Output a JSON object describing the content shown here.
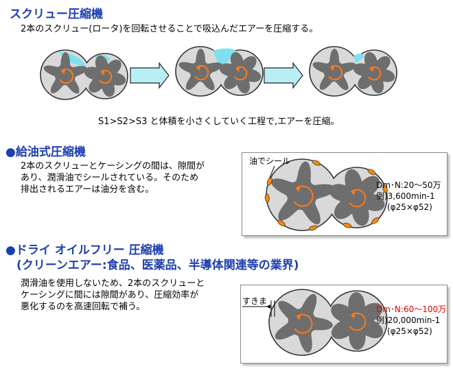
{
  "title": "スクリュー圧縮機",
  "intro": "2本のスクリュー(ロータ)を回転させることで吸込んだエアーを圧縮する。",
  "stage_caption": "S1>S2>S3 と体積を小さくしていく工程で,エアーを圧縮。",
  "oil": {
    "heading": "●給油式圧縮機",
    "lines": [
      "2本のスクリューとケーシングの間は、隙間が",
      "あり、潤滑油でシールされている。そのため",
      "排出されるエアーは油分を含む。"
    ],
    "seal_label": "油でシール",
    "spec": [
      "Dm･N:20～50万",
      "例)3,600min-1",
      "(φ25×φ52)"
    ]
  },
  "dry": {
    "heading": "●ドライ オイルフリー 圧縮機",
    "subheading": "(クリーンエアー:食品、医薬品、半導体関連等の業界)",
    "lines": [
      "潤滑油を使用しないため、2本のスクリューと",
      "ケーシングに間には隙間があり、圧縮効率が",
      "悪化するのを高速回転で補う。"
    ],
    "gap_label": "すきま",
    "spec": [
      "Dm･N:60～100万",
      "例)20,000min-1",
      "(φ25×φ52)"
    ]
  },
  "colors": {
    "heading": "#1f3fb0",
    "rotor": "#6e6e6e",
    "casing": "#d9d9d9",
    "trapped_air": "#7fe0ee",
    "oil_seal": "#f08a1c",
    "arrow_orange": "#ff7a1a",
    "red_text": "#e00000"
  }
}
